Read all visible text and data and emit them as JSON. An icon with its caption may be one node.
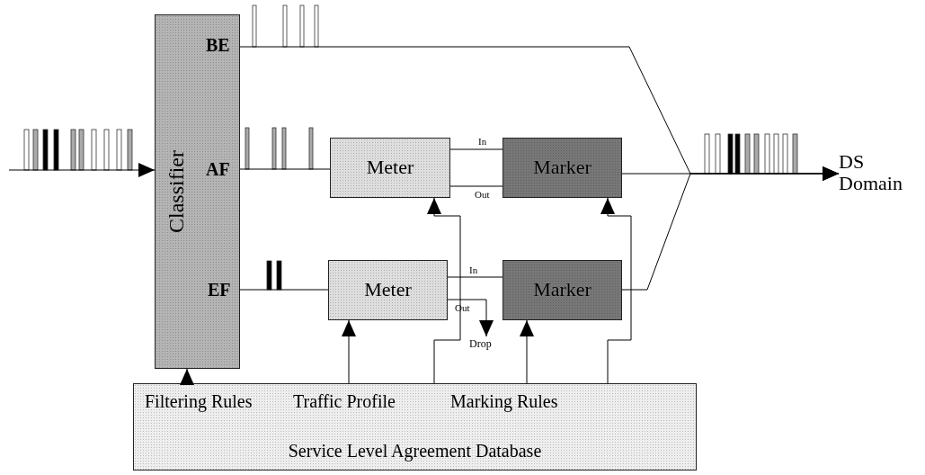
{
  "diagram": {
    "nodes": [
      {
        "text": [
          "Classifier",
          "BE",
          "AF",
          "EF"
        ]
      },
      {
        "text": [
          "Meter"
        ]
      },
      {
        "text": [
          "Marker"
        ]
      },
      {
        "text": [
          "Meter"
        ]
      },
      {
        "text": [
          "Marker"
        ]
      },
      {
        "text": [
          "Drop"
        ]
      },
      {
        "text": [
          "DS Domain"
        ]
      },
      {
        "text": [
          "Filtering Rules",
          "Traffic Profile",
          "Marking Rules",
          "Service Level Agreement Database"
        ]
      }
    ],
    "edges": [
      {
        "from": null,
        "to": 0,
        "arrow": "to"
      },
      {
        "from": 0,
        "to": 6,
        "arrow": "to"
      },
      {
        "from": 0,
        "to": 1,
        "arrow": "none"
      },
      {
        "from": 1,
        "to": 2,
        "arrow": "none",
        "label": "In"
      },
      {
        "from": 1,
        "to": 2,
        "arrow": "none",
        "label": "Out"
      },
      {
        "from": 2,
        "to": 6,
        "arrow": "to"
      },
      {
        "from": 0,
        "to": 3,
        "arrow": "none"
      },
      {
        "from": 3,
        "to": 4,
        "arrow": "none",
        "label": "In"
      },
      {
        "from": 3,
        "to": 5,
        "arrow": "to",
        "label": "Out"
      },
      {
        "from": 4,
        "to": 6,
        "arrow": "to"
      },
      {
        "from": 7,
        "to": 0,
        "arrow": "to"
      },
      {
        "from": 7,
        "to": 3,
        "arrow": "to"
      },
      {
        "from": 7,
        "to": 1,
        "arrow": "to"
      },
      {
        "from": 7,
        "to": 4,
        "arrow": "to"
      },
      {
        "from": 7,
        "to": 2,
        "arrow": "to"
      }
    ]
  }
}
